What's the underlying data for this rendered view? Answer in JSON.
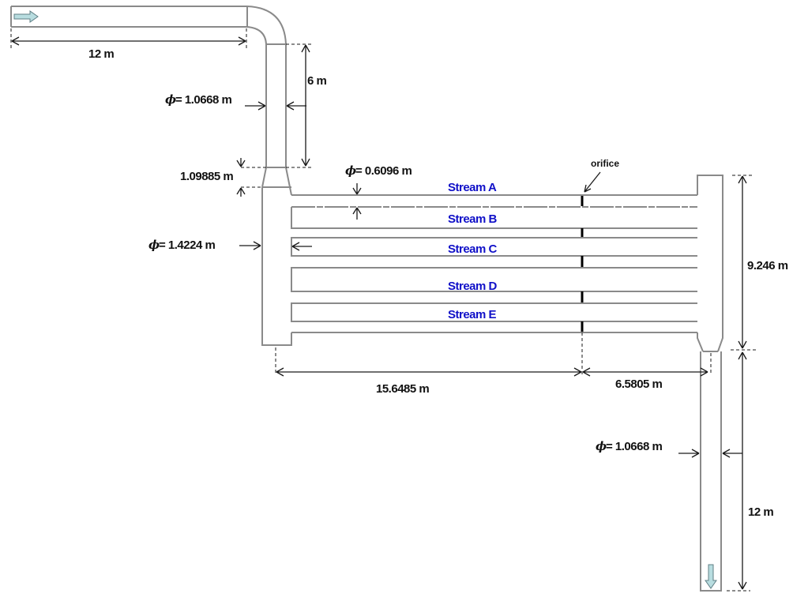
{
  "diagram": {
    "type": "piping-manifold-schematic",
    "inlet": {
      "flow_direction": "right",
      "length_label": "12 m",
      "riser_length_label": "6 m",
      "diameter_label": "= 1.0668 m"
    },
    "reducer_top": {
      "length_label": "1.09885 m"
    },
    "inlet_header": {
      "diameter_label": "= 1.4224 m"
    },
    "channel": {
      "diameter_label": "= 0.6096 m"
    },
    "streams": [
      {
        "id": "A",
        "label": "Stream A"
      },
      {
        "id": "B",
        "label": "Stream B"
      },
      {
        "id": "C",
        "label": "Stream C"
      },
      {
        "id": "D",
        "label": "Stream D"
      },
      {
        "id": "E",
        "label": "Stream E"
      }
    ],
    "orifice": {
      "label": "orifice"
    },
    "bottom_dims": {
      "left_label": "15.6485 m",
      "right_label": "6.5805 m"
    },
    "outlet_header": {
      "height_label": "9.246 m"
    },
    "outlet": {
      "flow_direction": "down",
      "diameter_label": "= 1.0668 m",
      "length_label": "12 m"
    },
    "phi_symbol": "ϕ"
  },
  "colors": {
    "pipe": "#8a8a8a",
    "stream_text": "#1010c8",
    "flow_arrow": "#b8dde0"
  }
}
